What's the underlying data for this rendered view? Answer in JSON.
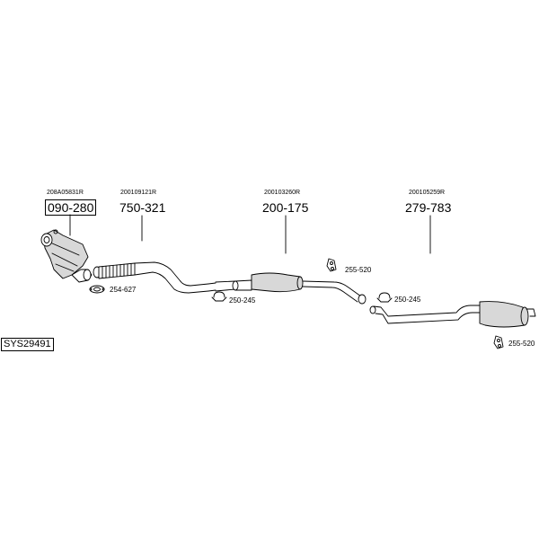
{
  "colors": {
    "line": "#000000",
    "part_fill": "#d8d8d8",
    "background": "#ffffff"
  },
  "system_code": "SYS29491",
  "main_parts": [
    {
      "id": "catalyst",
      "ref": "208A05831R",
      "number": "090-280",
      "highlighted": true
    },
    {
      "id": "front-pipe",
      "ref": "200109121R",
      "number": "750-321"
    },
    {
      "id": "middle-silencer",
      "ref": "200103260R",
      "number": "200-175"
    },
    {
      "id": "rear-silencer",
      "ref": "200105259R",
      "number": "279-783"
    }
  ],
  "small_parts": [
    {
      "id": "gasket",
      "number": "254-627"
    },
    {
      "id": "clamp-1",
      "number": "250-245"
    },
    {
      "id": "hanger-1",
      "number": "255-520"
    },
    {
      "id": "clamp-2",
      "number": "250-245"
    },
    {
      "id": "hanger-2",
      "number": "255-520"
    }
  ]
}
